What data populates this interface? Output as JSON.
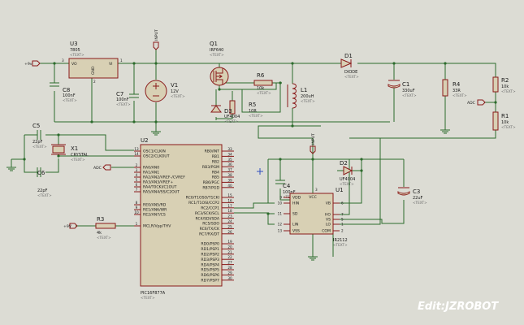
{
  "watermark": "Edit:JZROBOT",
  "placeholder_text": "<TEXT>",
  "terminals": {
    "vin_left": "+9v",
    "vin_r3": "+9V",
    "adc_u2": "ADC",
    "adc_r2": "ADC",
    "input_v1": "INPUT",
    "input_u1": "INPUT"
  },
  "components": {
    "u3": {
      "ref": "U3",
      "value": "7805",
      "pins": {
        "vi": "VO",
        "vo": "VI",
        "gnd": "GND",
        "n3": "3",
        "n1": "1",
        "n2": "2"
      }
    },
    "c8": {
      "ref": "C8",
      "value": "100nF"
    },
    "c7": {
      "ref": "C7",
      "value": "100nF"
    },
    "v1": {
      "ref": "V1",
      "value": "12V"
    },
    "q1": {
      "ref": "Q1",
      "value": "IRF640"
    },
    "r6": {
      "ref": "R6",
      "value": "10k"
    },
    "r5": {
      "ref": "R5",
      "value": "10R"
    },
    "d3": {
      "ref": "D3",
      "value": "UF4004"
    },
    "l1": {
      "ref": "L1",
      "value": "200uH"
    },
    "d1": {
      "ref": "D1",
      "value": "DIODE"
    },
    "c1": {
      "ref": "C1",
      "value": "330uF"
    },
    "r4": {
      "ref": "R4",
      "value": "33R"
    },
    "r2": {
      "ref": "R2",
      "value": "10k"
    },
    "r1": {
      "ref": "R1",
      "value": "10k"
    },
    "c5": {
      "ref": "C5",
      "value": "22pF"
    },
    "c6": {
      "ref": "C6",
      "value": "22pF"
    },
    "x1": {
      "ref": "X1",
      "value": "CRYSTAL"
    },
    "r3": {
      "ref": "R3",
      "value": "4k"
    },
    "c4": {
      "ref": "C4",
      "value": "100nF"
    },
    "d2": {
      "ref": "D2",
      "value": "UF4004"
    },
    "c3": {
      "ref": "C3",
      "value": "22uF"
    },
    "u1": {
      "ref": "U1",
      "value": "IR2112",
      "left_pins": [
        {
          "num": "9",
          "name": "VDD"
        },
        {
          "num": "10",
          "name": "HIN"
        },
        {
          "num": "11",
          "name": "SD"
        },
        {
          "num": "12",
          "name": "LIN"
        },
        {
          "num": "13",
          "name": "VSS"
        }
      ],
      "right_pins": [
        {
          "num": "6",
          "name": "VB"
        },
        {
          "num": "7",
          "name": "HO"
        },
        {
          "num": "5",
          "name": "VS"
        },
        {
          "num": "1",
          "name": "LO"
        },
        {
          "num": "2",
          "name": "COM"
        }
      ],
      "top_pin": {
        "num": "3",
        "name": "VCC"
      }
    },
    "u2": {
      "ref": "U2",
      "value": "PIC16F877A",
      "left_pins": [
        {
          "num": "13",
          "name": "OSC1/CLKIN"
        },
        {
          "num": "14",
          "name": "OSC2/CLKOUT"
        },
        {
          "num": "2",
          "name": "RA0/AN0"
        },
        {
          "num": "3",
          "name": "RA1/AN1"
        },
        {
          "num": "4",
          "name": "RA2/AN2/VREF-/CVREF"
        },
        {
          "num": "5",
          "name": "RA3/AN3/VREF+"
        },
        {
          "num": "6",
          "name": "RA4/T0CKI/C1OUT"
        },
        {
          "num": "7",
          "name": "RA5/AN4/SS/C2OUT"
        },
        {
          "num": "8",
          "name": "RE0/AN5/RD"
        },
        {
          "num": "9",
          "name": "RE1/AN6/WR"
        },
        {
          "num": "10",
          "name": "RE2/AN7/CS"
        },
        {
          "num": "1",
          "name": "MCLR/Vpp/THV"
        }
      ],
      "right_pins_a": [
        {
          "num": "33",
          "name": "RB0/INT"
        },
        {
          "num": "34",
          "name": "RB1"
        },
        {
          "num": "35",
          "name": "RB2"
        },
        {
          "num": "36",
          "name": "RB3/PGM"
        },
        {
          "num": "37",
          "name": "RB4"
        },
        {
          "num": "38",
          "name": "RB5"
        },
        {
          "num": "39",
          "name": "RB6/PGC"
        },
        {
          "num": "40",
          "name": "RB7/PGD"
        }
      ],
      "right_pins_b": [
        {
          "num": "15",
          "name": "RC0/T1OSO/T1CKI"
        },
        {
          "num": "16",
          "name": "RC1/T1OSI/CCP2"
        },
        {
          "num": "17",
          "name": "RC2/CCP1"
        },
        {
          "num": "18",
          "name": "RC3/SCK/SCL"
        },
        {
          "num": "23",
          "name": "RC4/SDI/SDA"
        },
        {
          "num": "24",
          "name": "RC5/SDO"
        },
        {
          "num": "25",
          "name": "RC6/TX/CK"
        },
        {
          "num": "26",
          "name": "RC7/RX/DT"
        }
      ],
      "right_pins_c": [
        {
          "num": "19",
          "name": "RD0/PSP0"
        },
        {
          "num": "20",
          "name": "RD1/PSP1"
        },
        {
          "num": "21",
          "name": "RD2/PSP2"
        },
        {
          "num": "22",
          "name": "RD3/PSP3"
        },
        {
          "num": "27",
          "name": "RD4/PSP4"
        },
        {
          "num": "28",
          "name": "RD5/PSP5"
        },
        {
          "num": "29",
          "name": "RD6/PSP6"
        },
        {
          "num": "30",
          "name": "RD7/PSP7"
        }
      ]
    }
  }
}
